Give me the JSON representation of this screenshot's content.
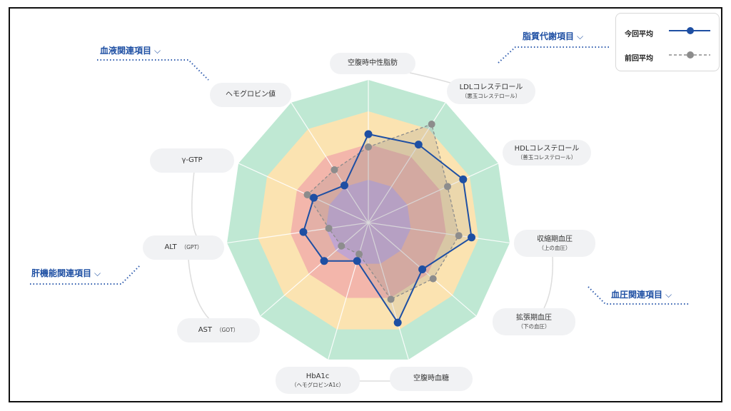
{
  "legend": {
    "current": "今回平均",
    "previous": "前回平均"
  },
  "groups": {
    "blood": "血液関連項目",
    "lipid": "脂質代謝項目",
    "liver": "肝機能関連項目",
    "pressure": "血圧関連項目"
  },
  "colors": {
    "ring_outer": "#bfe8d3",
    "ring_mid": "#fbe3b1",
    "ring_inner": "#f3b6ab",
    "ring_center": "#c9a9dc",
    "current": "#1e4fa3",
    "previous": "#8c8c8c"
  },
  "chart_data": {
    "type": "radar",
    "axes": [
      {
        "label": "空腹時中性脂肪",
        "sub": ""
      },
      {
        "label": "LDLコレステロール",
        "sub": "（悪玉コレステロール）"
      },
      {
        "label": "HDLコレステロール",
        "sub": "（善玉コレステロール）"
      },
      {
        "label": "収縮期血圧",
        "sub": "（上の血圧）"
      },
      {
        "label": "拡張期血圧",
        "sub": "（下の血圧）"
      },
      {
        "label": "空腹時血糖",
        "sub": ""
      },
      {
        "label": "HbA1c",
        "sub": "（ヘモグロビンA1c）"
      },
      {
        "label": "AST",
        "sub": "（GOT）"
      },
      {
        "label": "ALT",
        "sub": "（GPT）"
      },
      {
        "label": "γ-GTP",
        "sub": ""
      },
      {
        "label": "ヘモグロビン値",
        "sub": ""
      }
    ],
    "series": [
      {
        "name": "今回平均",
        "style": "solid",
        "values": [
          0.62,
          0.65,
          0.73,
          0.73,
          0.5,
          0.73,
          0.28,
          0.41,
          0.46,
          0.42,
          0.31
        ]
      },
      {
        "name": "前回平均",
        "style": "dashed",
        "values": [
          0.53,
          0.82,
          0.61,
          0.64,
          0.6,
          0.56,
          0.23,
          0.25,
          0.28,
          0.47,
          0.44
        ]
      }
    ],
    "rings": [
      0.3,
      0.55,
      0.78,
      1.0
    ]
  }
}
